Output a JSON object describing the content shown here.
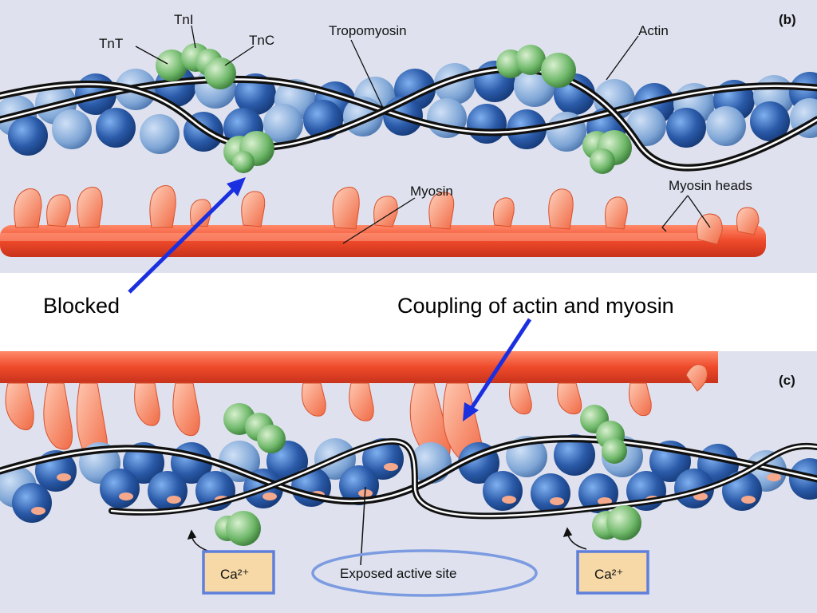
{
  "panel_b": {
    "panel_letter": "(b)",
    "labels": {
      "tni": "TnI",
      "tnt": "TnT",
      "tnc": "TnC",
      "tropomyosin": "Tropomyosin",
      "actin": "Actin",
      "myosin": "Myosin",
      "myosin_heads": "Myosin heads"
    }
  },
  "panel_c": {
    "panel_letter": "(c)",
    "labels": {
      "calcium_left": "Ca²⁺",
      "calcium_right": "Ca²⁺",
      "exposed_active_site": "Exposed active site"
    }
  },
  "captions": {
    "blocked": "Blocked",
    "coupling": "Coupling of actin and myosin"
  },
  "colors": {
    "panel_background": "#dfe2ee",
    "actin_dark": "#2a5aa8",
    "actin_light": "#7fa6d6",
    "troponin_green": "#6fb86a",
    "myosin_red": "#ee5a3a",
    "myosin_head": "#f7a27f",
    "calcium_box": "#f6d9a6",
    "annotation_arrow": "#1a2fe0",
    "ellipse_outline": "#7c9be0"
  }
}
